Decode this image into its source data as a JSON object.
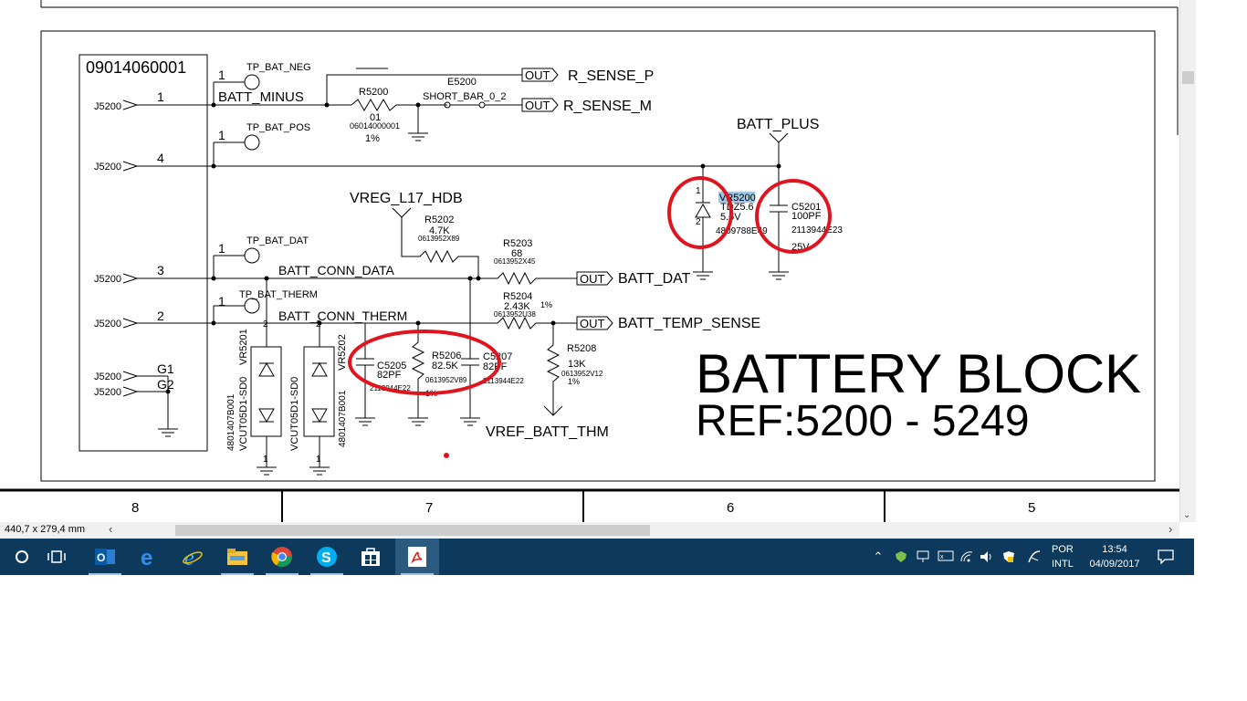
{
  "schematic": {
    "part_number": "09014060001",
    "connector_ref": "J5200",
    "pins": [
      "1",
      "4",
      "3",
      "2",
      "G1",
      "G2"
    ],
    "nets": {
      "batt_minus": "BATT_MINUS",
      "batt_plus": "BATT_PLUS",
      "batt_conn_data": "BATT_CONN_DATA",
      "batt_conn_therm": "BATT_CONN_THERM",
      "vreg": "VREG_L17_HDB",
      "vref": "VREF_BATT_THM"
    },
    "testpoints": {
      "neg": "TP_BAT_NEG",
      "pos": "TP_BAT_POS",
      "dat": "TP_BAT_DAT",
      "therm": "TP_BAT_THERM",
      "pin": "1"
    },
    "outputs": {
      "label": "OUT",
      "r_sense_p": "R_SENSE_P",
      "r_sense_m": "R_SENSE_M",
      "batt_dat": "BATT_DAT",
      "batt_temp": "BATT_TEMP_SENSE"
    },
    "r5200": {
      "ref": "R5200",
      "value": "01",
      "part": "06014000001",
      "tol": "1%"
    },
    "e5200": {
      "ref": "E5200",
      "name": "SHORT_BAR_0_2"
    },
    "r5202": {
      "ref": "R5202",
      "value": "4.7K",
      "part": "0613952X89"
    },
    "r5203": {
      "ref": "R5203",
      "value": "68",
      "part": "0613952X45"
    },
    "r5204": {
      "ref": "R5204",
      "value": "2.43K",
      "tol": "1%",
      "part": "0613952U38"
    },
    "r5206": {
      "ref": "R5206",
      "value": "82.5K",
      "part": "0613952V89",
      "tol": "1%"
    },
    "r5208": {
      "ref": "R5208",
      "value": "13K",
      "part": "0613952V12",
      "tol": "1%"
    },
    "c5205": {
      "ref": "C5205",
      "value": "82PF",
      "part": "2113944E22"
    },
    "c5207": {
      "ref": "C5207",
      "value": "82PF",
      "part": "2113944E22"
    },
    "c5201": {
      "ref": "C5201",
      "value": "100PF",
      "part": "2113944E23",
      "volt": "25V"
    },
    "vr5200": {
      "ref": "VR5200",
      "type": "TDZ5.6",
      "volt": "5.6V",
      "part": "4809788E49",
      "pin1": "1",
      "pin2": "2"
    },
    "vr5201": {
      "ref": "VR5201",
      "part": "VCUT05D1-SD0",
      "part2": "4801407B001",
      "pin1": "1",
      "pin2": "2"
    },
    "vr5202": {
      "ref": "VR5202",
      "part": "VCUT05D1-SD0",
      "part2": "4801407B001",
      "pin1": "1",
      "pin2": "2"
    },
    "title": "BATTERY BLOCK",
    "ref": "REF:5200 - 5249",
    "zones": [
      "8",
      "7",
      "6",
      "5"
    ]
  },
  "status": {
    "dimensions": "440,7 x 279,4 mm"
  },
  "taskbar": {
    "items": [
      "start-icon",
      "task-view-icon",
      "outlook-icon",
      "edge-icon",
      "internet-explorer-icon",
      "file-explorer-icon",
      "chrome-icon",
      "skype-icon",
      "store-icon",
      "acrobat-icon"
    ],
    "lang_line1": "POR",
    "lang_line2": "INTL",
    "time": "13:54",
    "date": "04/09/2017"
  },
  "colors": {
    "taskbar": "#0d3a5c",
    "highlight_circle": "#e0141e"
  }
}
